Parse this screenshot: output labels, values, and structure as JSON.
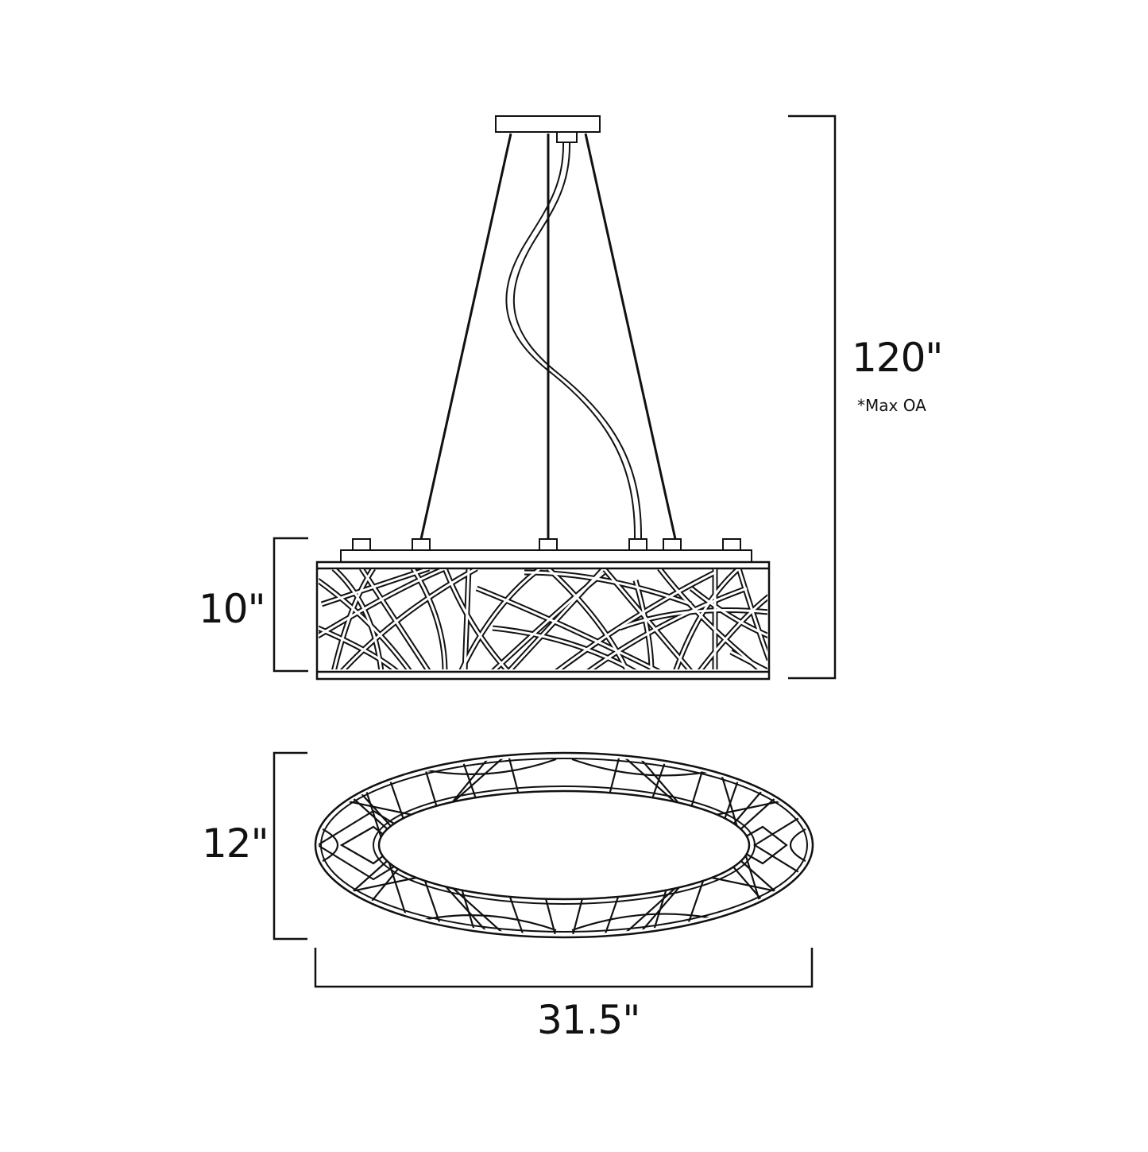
{
  "diagram": {
    "type": "dimension-drawing",
    "subject": "oval pendant light fixture",
    "views": [
      "side-elevation",
      "top-plan"
    ],
    "colors": {
      "line": "#111111",
      "background": "#ffffff"
    }
  },
  "dimensions": {
    "overall_height": {
      "value": "120\"",
      "note": "*Max OA"
    },
    "fixture_height": {
      "value": "10\""
    },
    "depth": {
      "value": "12\""
    },
    "width": {
      "value": "31.5\""
    }
  }
}
